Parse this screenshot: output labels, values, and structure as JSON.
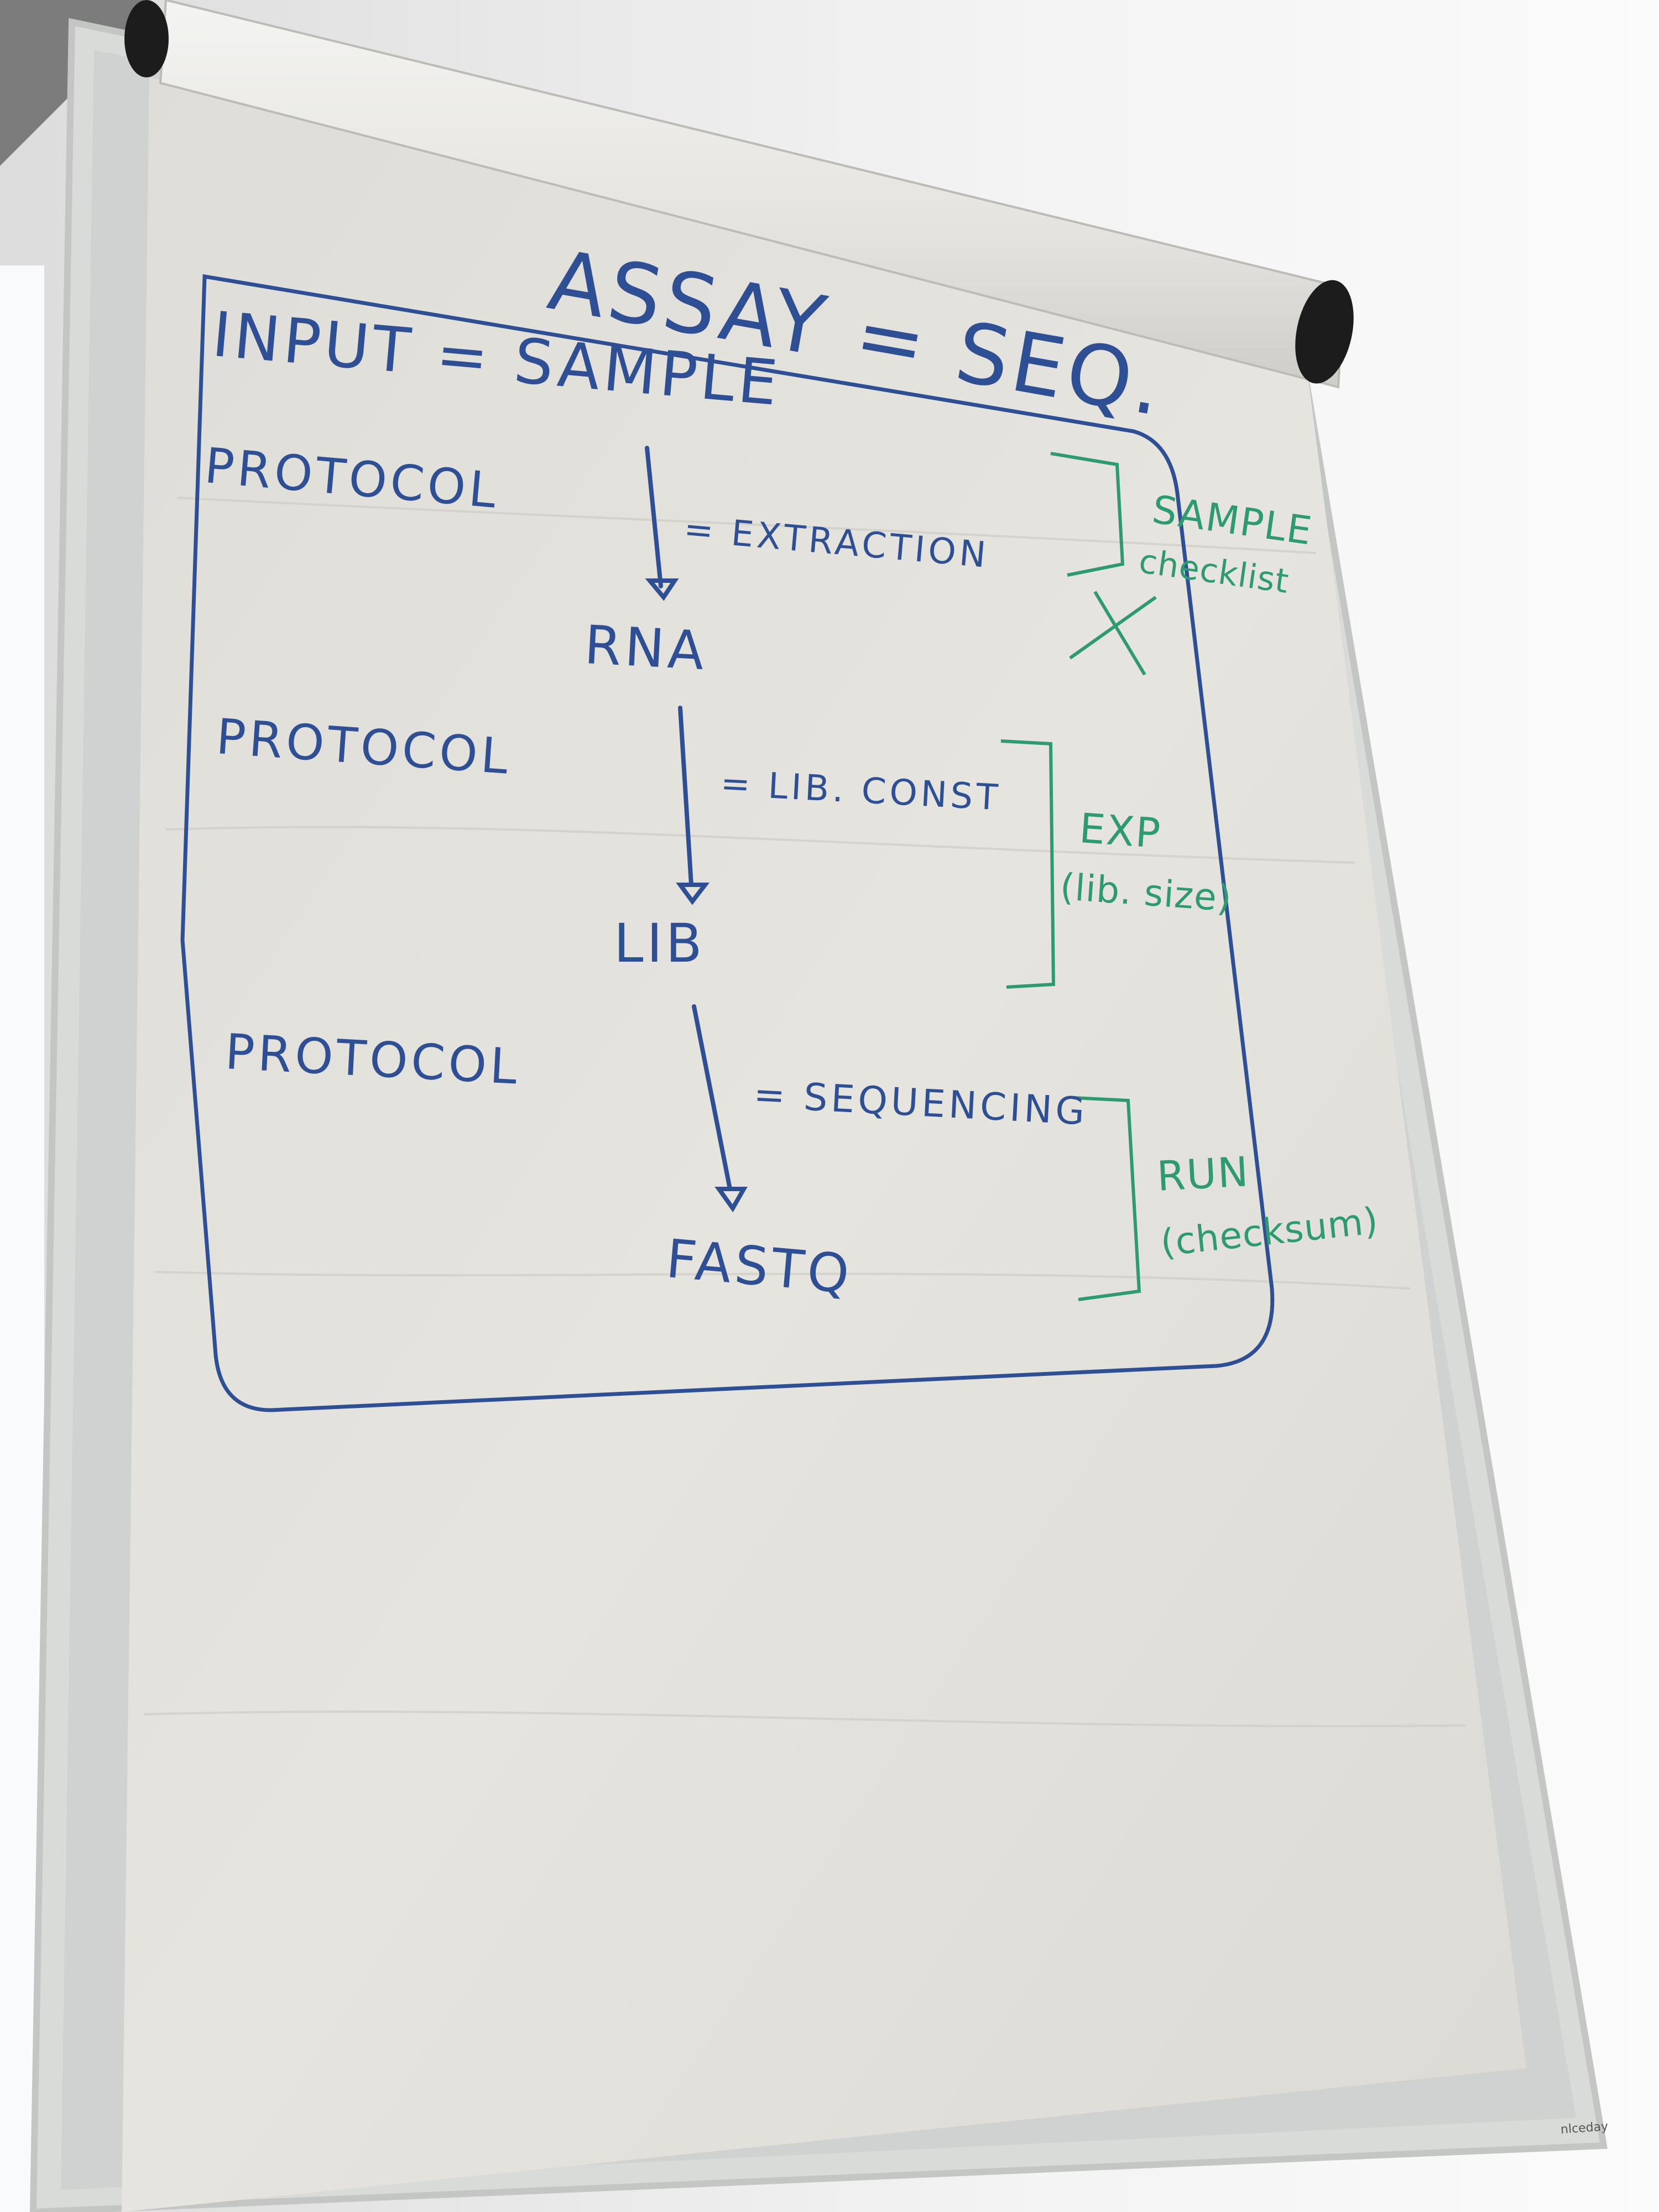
{
  "flipchart": {
    "title": "ASSAY = SEQ.",
    "input_line": "INPUT = SAMPLE",
    "steps": [
      {
        "protocol": "PROTOCOL",
        "action": "= EXTRACTION",
        "output": "RNA"
      },
      {
        "protocol": "PROTOCOL",
        "action": "= LIB. CONST",
        "output": "LIB"
      },
      {
        "protocol": "PROTOCOL",
        "action": "= SEQUENCING",
        "output": "FASTQ"
      }
    ],
    "side_notes": [
      {
        "line1": "SAMPLE",
        "line2": "checklist"
      },
      {
        "line1": "EXP",
        "line2": "(lib. size)"
      },
      {
        "line1": "RUN",
        "line2": "(checksum)"
      }
    ],
    "brand": "nlceday"
  },
  "colors": {
    "marker_blue": "#2f4f95",
    "marker_green": "#2e9a6f",
    "paper": "#e3e1dc",
    "wall": "#f1f1f0"
  }
}
